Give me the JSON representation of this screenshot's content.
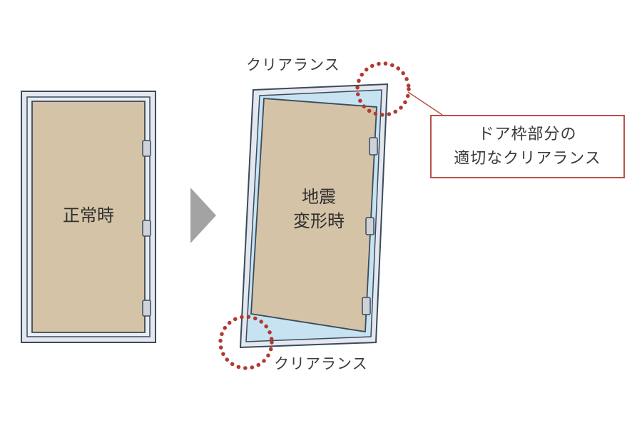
{
  "labels": {
    "normal": "正常時",
    "deformed_line1": "地震",
    "deformed_line2": "変形時",
    "clearance_top": "クリアランス",
    "clearance_bottom": "クリアランス"
  },
  "callout": {
    "line1": "ドア枠部分の",
    "line2": "適切なクリアランス"
  },
  "colors": {
    "frame_fill": "#e4e8ee",
    "frame_stroke": "#3a4a5e",
    "door_fill": "#d4c3a6",
    "gap_fill": "#c7e3f2",
    "arrow": "#a3a3a3",
    "accent_red": "#b03a30",
    "callout_border": "#b5524a"
  },
  "icons": [
    "hinge-icon",
    "arrow-right-icon",
    "dotted-circle-icon"
  ]
}
